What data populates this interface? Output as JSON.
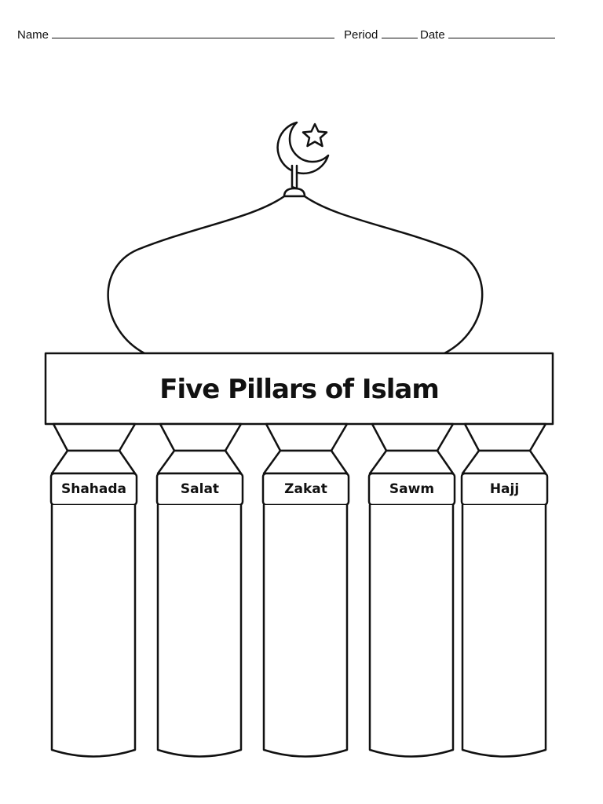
{
  "header": {
    "name_label": "Name",
    "period_label": "Period",
    "date_label": "Date"
  },
  "title": "Five Pillars of Islam",
  "pillars": [
    {
      "label": "Shahada"
    },
    {
      "label": "Salat"
    },
    {
      "label": "Zakat"
    },
    {
      "label": "Sawm"
    },
    {
      "label": "Hajj"
    }
  ],
  "icons": {
    "top_finial": "crescent-star-icon"
  }
}
